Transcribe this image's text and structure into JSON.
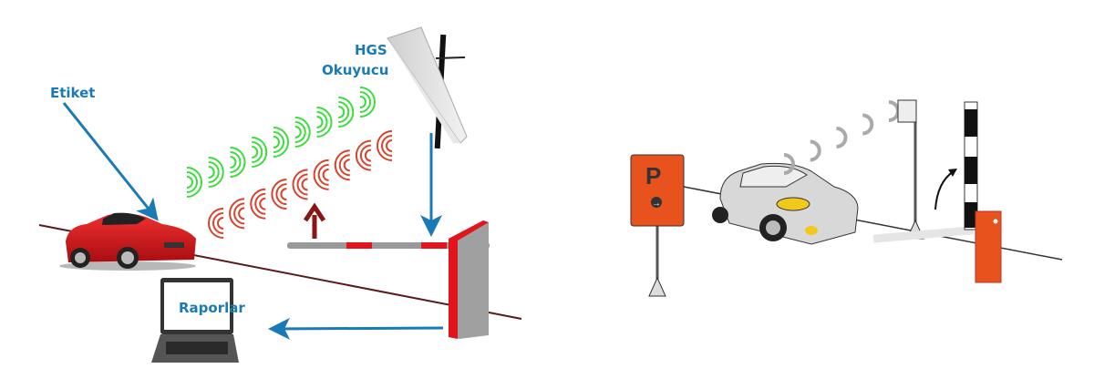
{
  "left_diagram": {
    "tag_label": "Etiket",
    "reader_label_line1": "HGS",
    "reader_label_line2": "Okuyucu",
    "laptop_screen_text": "Raporlar",
    "colors": {
      "label_blue": "#1a7ab5",
      "barrier_red": "#e3141b",
      "wave_green": "#3ddc3d",
      "wave_red": "#d8432c",
      "arrow_dark_red": "#8b1414"
    }
  },
  "right_diagram": {
    "parking_sign_letter": "P",
    "parking_sign_arrow": "→",
    "colors": {
      "sign_orange": "#e8521c",
      "car_grey": "#d8d8d8"
    }
  }
}
